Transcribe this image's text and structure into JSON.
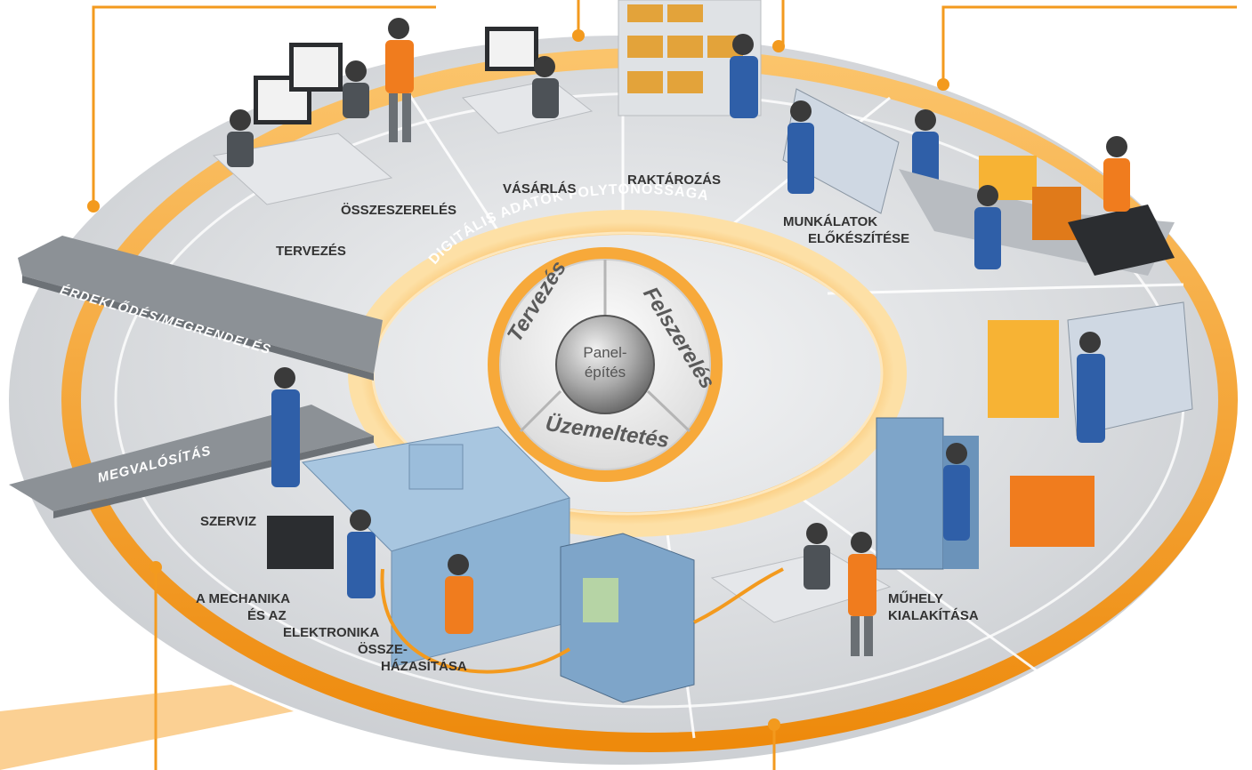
{
  "ring_title": "DIGITÁLIS ADATOK FOLYTONOSSÁGA",
  "center": {
    "core_line1": "Panel-",
    "core_line2": "építés",
    "segments": [
      "Tervezés",
      "Felszerelés",
      "Üzemeltetés"
    ]
  },
  "phases": {
    "inquiry": "ÉRDEKLŐDÉS/MEGRENDELÉS",
    "implementation": "MEGVALÓSÍTÁS"
  },
  "stations": {
    "design": "TERVEZÉS",
    "assembly": "ÖSSZESZERELÉS",
    "purchasing": "VÁSÁRLÁS",
    "warehousing": "RAKTÁROZÁS",
    "work_prep_1": "MUNKÁLATOK",
    "work_prep_2": "ELŐKÉSZÍTÉSE",
    "workshop_1": "MŰHELY",
    "workshop_2": "KIALAKÍTÁSA",
    "service": "SZERVIZ",
    "mech_1": "A MECHANIKA",
    "mech_2": "ÉS AZ",
    "mech_3": "ELEKTRONIKA",
    "mech_4": "ÖSSZE-",
    "mech_5": "HÁZASÍTÁSA"
  },
  "colors": {
    "accent_orange": "#f39a1e",
    "ring_gray": "#d7d9dc",
    "slab_gray": "#8c9196",
    "text_dark": "#333333"
  }
}
